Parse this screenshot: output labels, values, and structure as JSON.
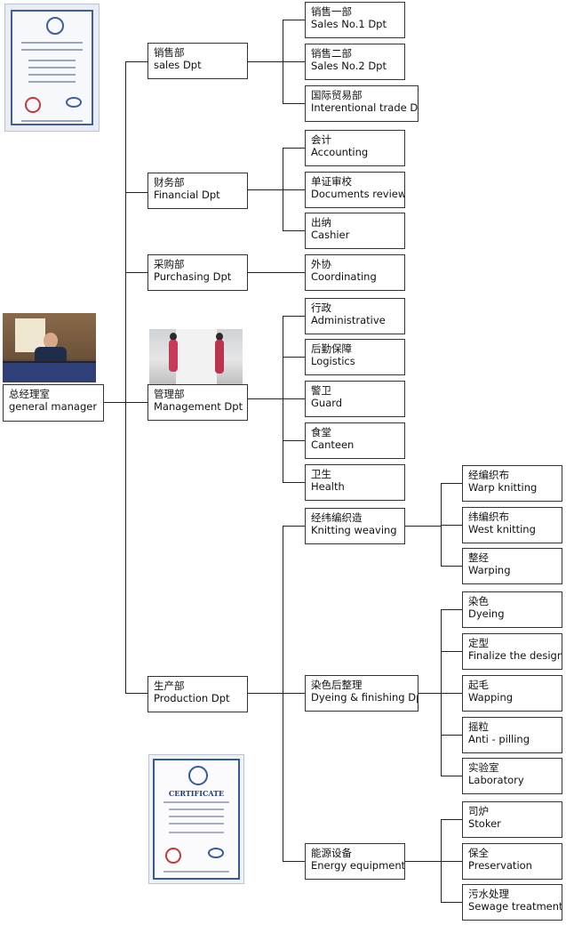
{
  "general_manager": {
    "zh": "总经理室",
    "en": "general manager"
  },
  "departments": {
    "sales": {
      "zh": "销售部",
      "en": "sales Dpt"
    },
    "financial": {
      "zh": "财务部",
      "en": "Financial Dpt"
    },
    "purchasing": {
      "zh": "采购部",
      "en": "Purchasing Dpt"
    },
    "management": {
      "zh": "管理部",
      "en": "Management Dpt"
    },
    "production": {
      "zh": "生产部",
      "en": "Production Dpt"
    }
  },
  "sales_units": [
    {
      "zh": "销售一部",
      "en": "Sales No.1 Dpt"
    },
    {
      "zh": "销售二部",
      "en": "Sales No.2 Dpt"
    },
    {
      "zh": "国际贸易部",
      "en": "Interentional trade Dpt"
    }
  ],
  "financial_units": [
    {
      "zh": "会计",
      "en": "Accounting"
    },
    {
      "zh": "单证审校",
      "en": "Documents review"
    },
    {
      "zh": "出纳",
      "en": "Cashier"
    }
  ],
  "purchasing_units": [
    {
      "zh": "外协",
      "en": "Coordinating"
    }
  ],
  "management_units": [
    {
      "zh": "行政",
      "en": "Administrative"
    },
    {
      "zh": "后勤保障",
      "en": "Logistics"
    },
    {
      "zh": "警卫",
      "en": "Guard"
    },
    {
      "zh": "食堂",
      "en": "Canteen"
    },
    {
      "zh": "卫生",
      "en": "Health"
    }
  ],
  "production_units": [
    {
      "zh": "经纬编织造",
      "en": "Knitting weaving"
    },
    {
      "zh": "染色后整理",
      "en": "Dyeing & finishing Dpt"
    },
    {
      "zh": "能源设备",
      "en": "Energy equipment"
    }
  ],
  "knitting_units": [
    {
      "zh": "经编织布",
      "en": "Warp knitting"
    },
    {
      "zh": "纬编织布",
      "en": "West knitting"
    },
    {
      "zh": "整经",
      "en": "Warping"
    }
  ],
  "dyeing_units": [
    {
      "zh": "染色",
      "en": "Dyeing"
    },
    {
      "zh": "定型",
      "en": "Finalize the design"
    },
    {
      "zh": "起毛",
      "en": "Wapping"
    },
    {
      "zh": "摇粒",
      "en": "Anti - pilling"
    },
    {
      "zh": "实验室",
      "en": "Laboratory"
    }
  ],
  "energy_units": [
    {
      "zh": "司炉",
      "en": "Stoker"
    },
    {
      "zh": "保全",
      "en": "Preservation"
    },
    {
      "zh": "污水处理",
      "en": "Sewage treatment"
    }
  ],
  "certificate_bottom": {
    "heading": "CERTIFICATE"
  },
  "colors": {
    "border": "#333333",
    "connector": "#222222",
    "certificate_blue": "#355a9a",
    "seal_red": "#c23a3a"
  },
  "icons": [
    "quality-certificate",
    "office-photo",
    "staff-photo",
    "certificate"
  ]
}
